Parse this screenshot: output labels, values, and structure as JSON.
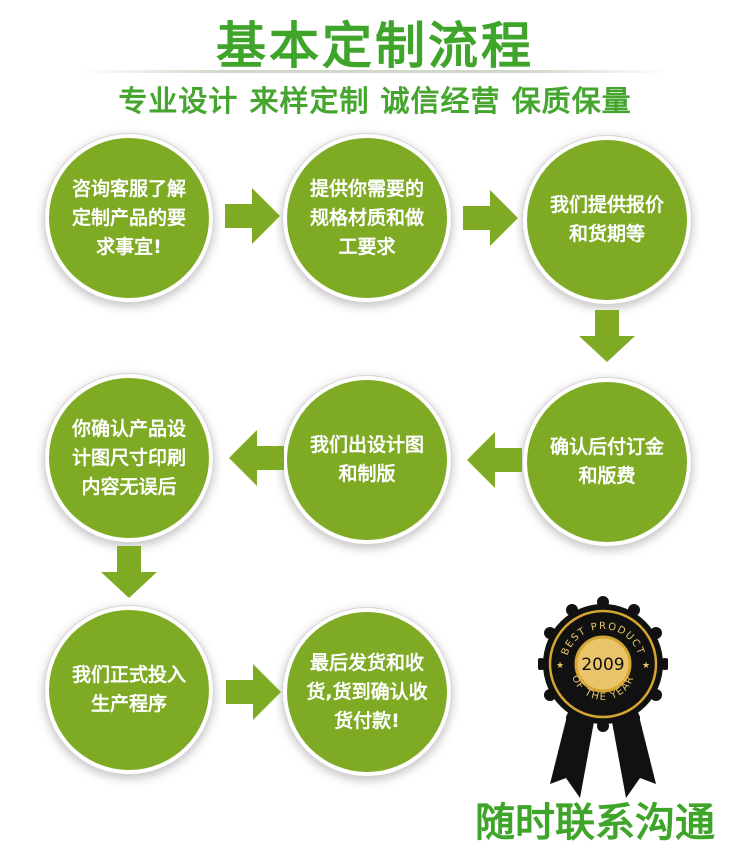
{
  "header": {
    "title": "基本定制流程",
    "subtitle": "专业设计 来样定制 诚信经营 保质保量"
  },
  "steps": [
    {
      "text": "咨询客服了解定制产品的要求事宜!"
    },
    {
      "text": "提供你需要的规格材质和做工要求"
    },
    {
      "text": "我们提供报价和货期等"
    },
    {
      "text": "确认后付订金和版费"
    },
    {
      "text": "我们出设计图和制版"
    },
    {
      "text": "你确认产品设计图尺寸印刷内容无误后"
    },
    {
      "text": "我们正式投入生产程序"
    },
    {
      "text": "最后发货和收货,货到确认收货付款!"
    }
  ],
  "badge": {
    "top_text": "BEST PRODUCT",
    "year": "2009",
    "bottom_text": "OF THE YEAR",
    "icon": "award-ribbon-icon"
  },
  "footer": {
    "text": "随时联系沟通"
  },
  "colors": {
    "circle": "#7eaa24",
    "arrow": "#7eaa24",
    "title": "#3fa52a",
    "badge_black": "#111111",
    "badge_gold": "#d4a531"
  }
}
